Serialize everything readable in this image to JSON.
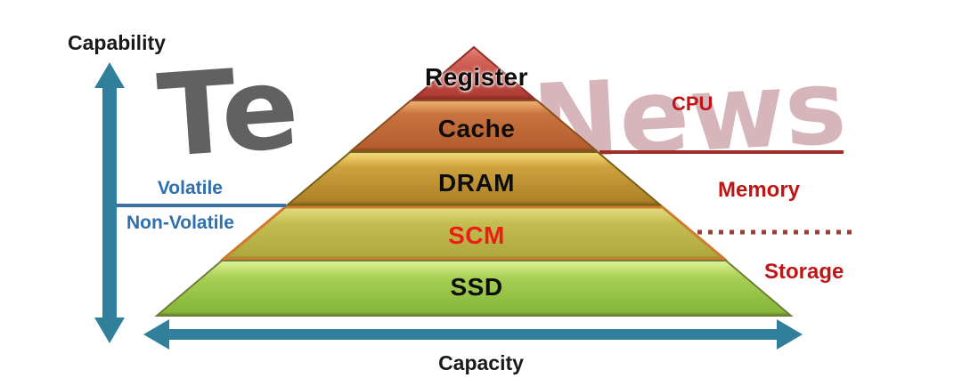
{
  "axes": {
    "y_label": "Capability",
    "x_label": "Capacity"
  },
  "pyramid": {
    "layers": [
      {
        "label": "Register",
        "fill_top": "#e8867a",
        "fill_bottom": "#a5362f",
        "border": "#8e2f2b",
        "text_color": "#0d0d0d"
      },
      {
        "label": "Cache",
        "fill_top": "#edb277",
        "fill_bottom": "#b55d2e",
        "border": "#8a4f1f",
        "text_color": "#0d0d0d"
      },
      {
        "label": "DRAM",
        "fill_top": "#f2dc84",
        "fill_bottom": "#ad8126",
        "border": "#77601a",
        "text_color": "#0d0d0d"
      },
      {
        "label": "SCM",
        "fill_top": "#e2dc80",
        "fill_bottom": "#aeA83e",
        "border": "#cf7a2c",
        "text_color": "#ee1c16"
      },
      {
        "label": "SSD",
        "fill_top": "#dff09e",
        "fill_bottom": "#85b739",
        "border": "#6f7e3a",
        "text_color": "#0d0d0d"
      }
    ]
  },
  "left_annotations": {
    "volatile": "Volatile",
    "non_volatile": "Non-Volatile",
    "text_color": "#2f6fae",
    "divider_color": "#3a6fa8"
  },
  "right_annotations": {
    "cpu": "CPU",
    "memory": "Memory",
    "storage": "Storage",
    "text_color": "#c01515",
    "solid_line_color": "#9d2f28",
    "dotted_line_color": "#a23b35"
  },
  "watermark": {
    "left_text": "Te",
    "right_text": "News",
    "left_color": "#4c4c4c",
    "right_color": "#bd8b93"
  },
  "colors": {
    "arrow_teal": "#31809b",
    "background": "#ffffff"
  }
}
